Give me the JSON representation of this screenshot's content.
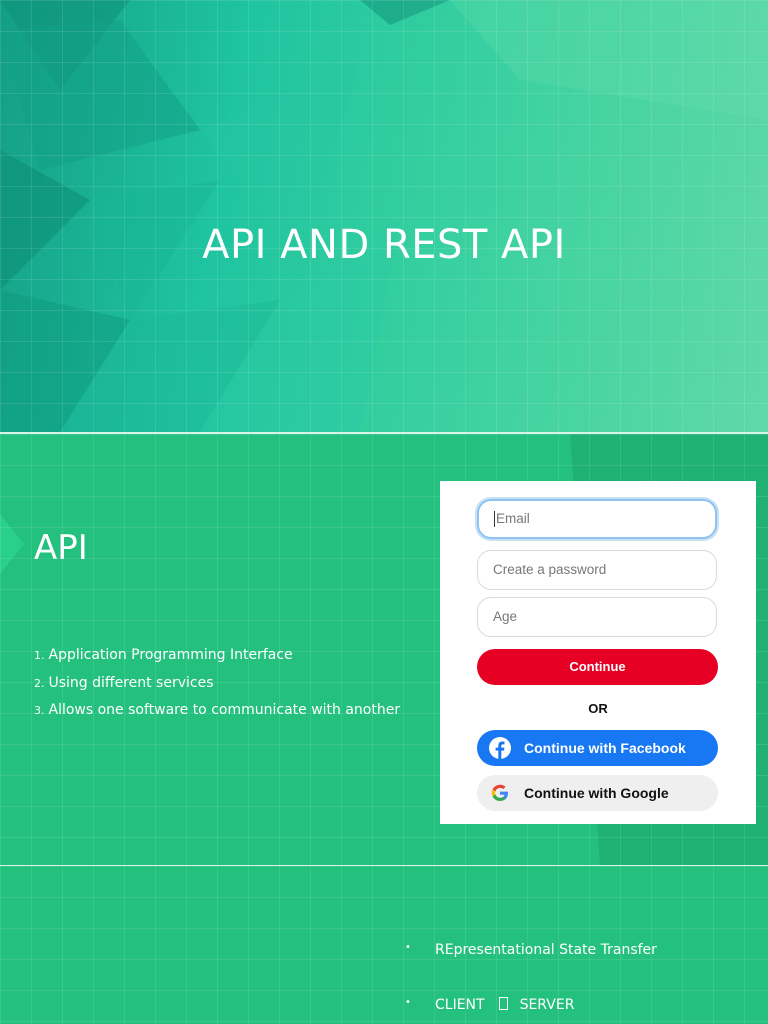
{
  "slide1": {
    "title": "API AND REST API"
  },
  "slide2": {
    "heading": "API",
    "list": [
      {
        "num": "1.",
        "text": "Application Programming Interface"
      },
      {
        "num": "2.",
        "text": "Using different services"
      },
      {
        "num": "3.",
        "text": "Allows one software to communicate with another"
      }
    ],
    "signup_image": {
      "email_placeholder": "Email",
      "password_placeholder": "Create a password",
      "age_placeholder": "Age",
      "continue_label": "Continue",
      "or_label": "OR",
      "facebook_label": "Continue with Facebook",
      "google_label": "Continue with Google",
      "colors": {
        "continue": "#e60023",
        "facebook": "#1877f2",
        "google_bg": "#efefef"
      }
    }
  },
  "slide3": {
    "bullets": [
      {
        "marker": "•",
        "text": "REpresentational State Transfer"
      },
      {
        "marker": "•",
        "left": "CLIENT",
        "right": "SERVER"
      }
    ]
  },
  "colors": {
    "background": "#23c07e",
    "title_gradient_start": "#149e86",
    "title_gradient_end": "#5fd9a7"
  },
  "icons": [
    "facebook-icon",
    "google-icon",
    "arrow-placeholder-icon"
  ]
}
